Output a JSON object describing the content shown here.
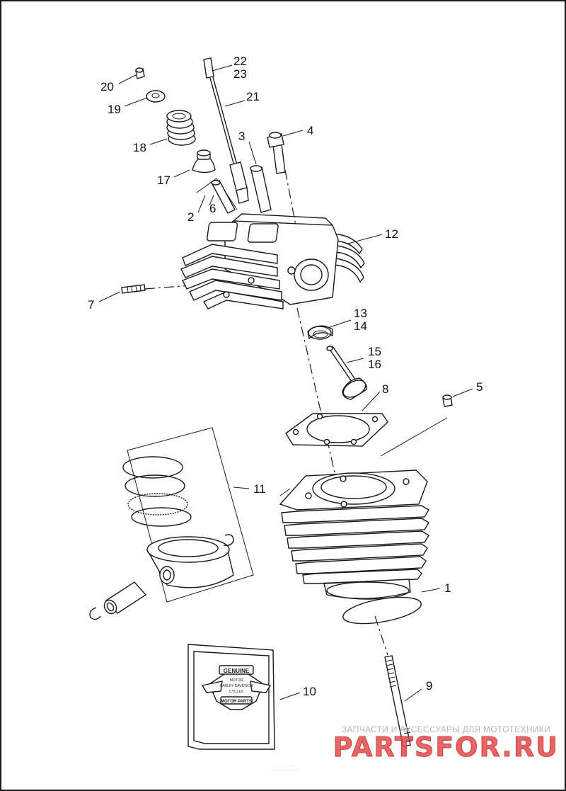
{
  "diagram": {
    "callouts": [
      {
        "id": "c1",
        "label": "1"
      },
      {
        "id": "c2",
        "label": "2"
      },
      {
        "id": "c3",
        "label": "3"
      },
      {
        "id": "c4",
        "label": "4"
      },
      {
        "id": "c5",
        "label": "5"
      },
      {
        "id": "c6",
        "label": "6"
      },
      {
        "id": "c7",
        "label": "7"
      },
      {
        "id": "c8",
        "label": "8"
      },
      {
        "id": "c9",
        "label": "9"
      },
      {
        "id": "c10",
        "label": "10"
      },
      {
        "id": "c11",
        "label": "11"
      },
      {
        "id": "c12",
        "label": "12"
      },
      {
        "id": "c13",
        "label": "13"
      },
      {
        "id": "c14",
        "label": "14"
      },
      {
        "id": "c15",
        "label": "15"
      },
      {
        "id": "c16",
        "label": "16"
      },
      {
        "id": "c17",
        "label": "17"
      },
      {
        "id": "c18",
        "label": "18"
      },
      {
        "id": "c19",
        "label": "19"
      },
      {
        "id": "c20",
        "label": "20"
      },
      {
        "id": "c21",
        "label": "21"
      },
      {
        "id": "c22",
        "label": "22"
      },
      {
        "id": "c23",
        "label": "23"
      }
    ],
    "box_logo": {
      "line1": "GENUINE",
      "line2": "MOTOR",
      "line3": "HARLEY-DAVIDSON",
      "line4": "CYCLES",
      "line5": "MOTOR PARTS"
    }
  },
  "watermark": {
    "subtitle": "ЗАПЧАСТИ И АКСЕССУАРЫ ДЛЯ МОТОТЕХНИКИ",
    "brand": "PARTSFOR.RU",
    "color": "#e44a4a"
  },
  "footer": {
    "text": "· · · · · · · · ·"
  }
}
